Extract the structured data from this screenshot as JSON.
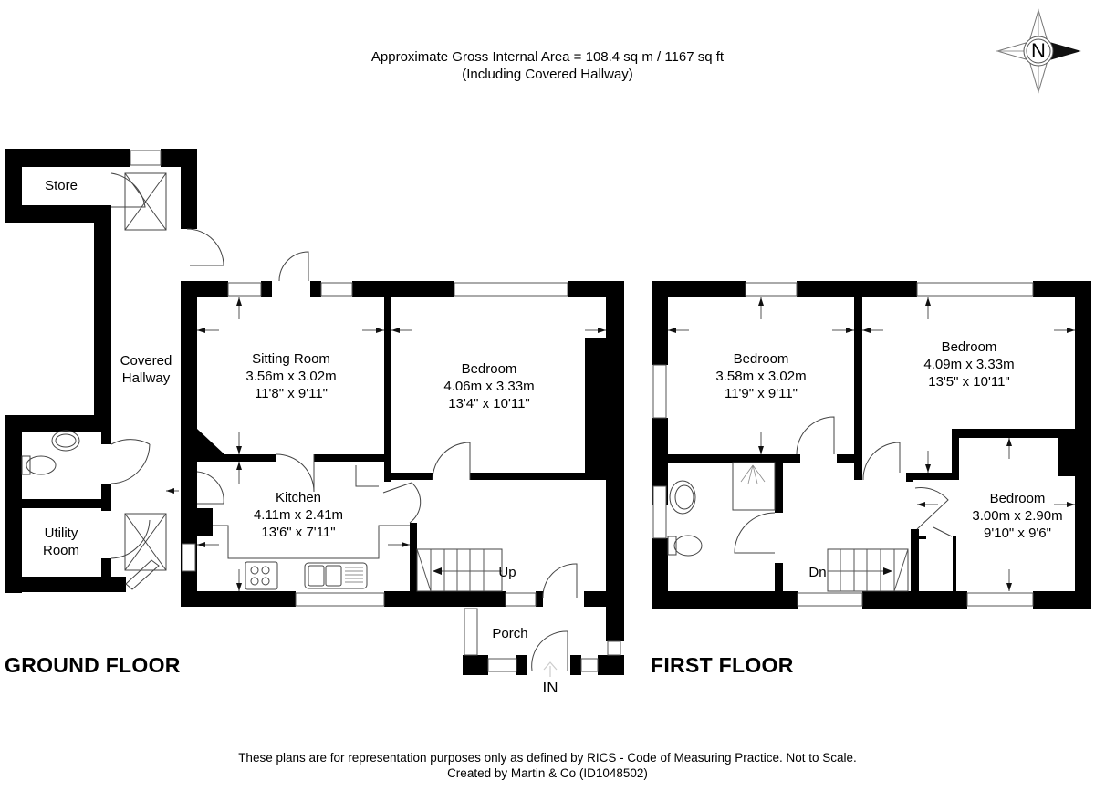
{
  "header": {
    "area_line": "Approximate Gross Internal Area = 108.4 sq m / 1167 sq ft",
    "note_line": "(Including Covered Hallway)"
  },
  "compass": {
    "label": "N",
    "icon": "compass-north-icon"
  },
  "ground_floor": {
    "title": "GROUND FLOOR",
    "rooms": {
      "store": {
        "name": "Store"
      },
      "covered_hallway": {
        "name": "Covered",
        "name2": "Hallway"
      },
      "utility_room": {
        "name": "Utility",
        "name2": "Room"
      },
      "sitting_room": {
        "name": "Sitting Room",
        "metric": "3.56m x 3.02m",
        "imperial": "11'8\" x 9'11\""
      },
      "bedroom": {
        "name": "Bedroom",
        "metric": "4.06m x 3.33m",
        "imperial": "13'4\" x 10'11\""
      },
      "kitchen": {
        "name": "Kitchen",
        "metric": "4.11m x 2.41m",
        "imperial": "13'6\" x 7'11\""
      },
      "porch": {
        "name": "Porch"
      }
    },
    "stairs_label": "Up",
    "entrance_label": "IN"
  },
  "first_floor": {
    "title": "FIRST FLOOR",
    "rooms": {
      "bedroom_1": {
        "name": "Bedroom",
        "metric": "3.58m x 3.02m",
        "imperial": "11'9\" x 9'11\""
      },
      "bedroom_2": {
        "name": "Bedroom",
        "metric": "4.09m x 3.33m",
        "imperial": "13'5\" x 10'11\""
      },
      "bedroom_3": {
        "name": "Bedroom",
        "metric": "3.00m x 2.90m",
        "imperial": "9'10\" x 9'6\""
      }
    },
    "stairs_label": "Dn"
  },
  "footer": {
    "disclaimer": "These plans are for representation purposes only as defined by RICS - Code of Measuring Practice. Not to Scale.",
    "credit": "Created by Martin & Co (ID1048502)"
  }
}
